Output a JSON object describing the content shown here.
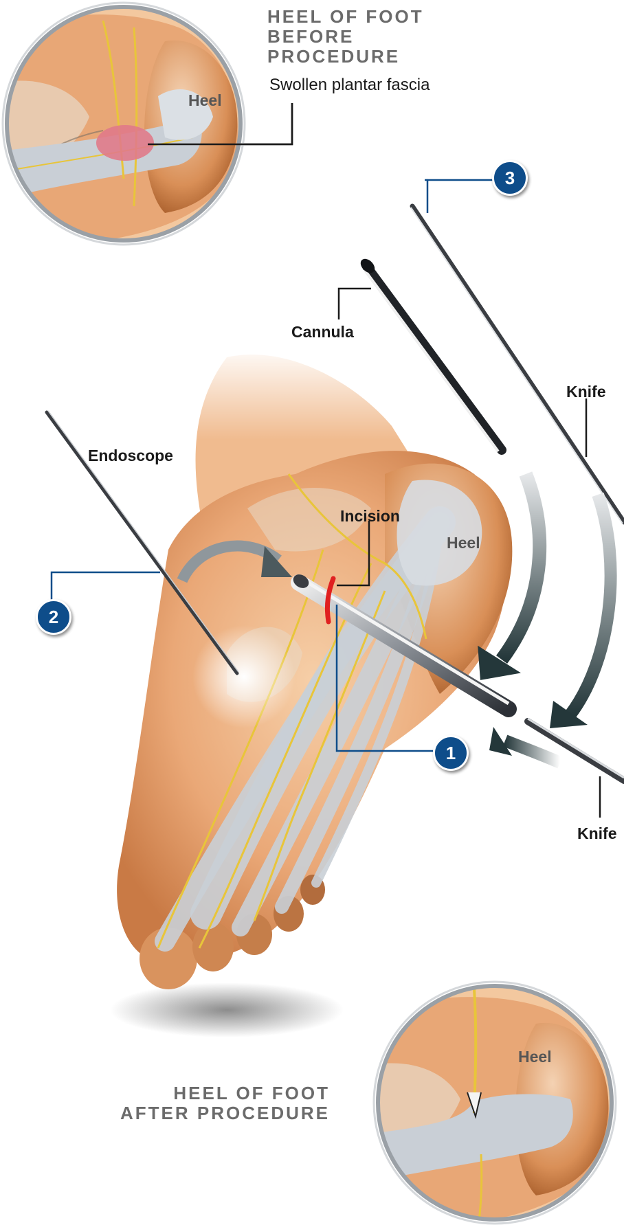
{
  "inset_before": {
    "title_line1": "HEEL OF FOOT",
    "title_line2": "BEFORE",
    "title_line3": "PROCEDURE",
    "callout": "Swollen plantar fascia",
    "heel_label": "Heel"
  },
  "inset_after": {
    "title_line1": "HEEL OF FOOT",
    "title_line2": "AFTER PROCEDURE",
    "heel_label": "Heel"
  },
  "main": {
    "cannula": "Cannula",
    "knife_top": "Knife",
    "knife_bottom": "Knife",
    "endoscope": "Endoscope",
    "incision": "Incision",
    "heel_label": "Heel"
  },
  "steps": [
    "1",
    "2",
    "3"
  ],
  "colors": {
    "badge": "#0e4d8a",
    "callout_line_blue": "#0e4d8a",
    "skin": "#e9a779",
    "tendon": "#c9cfd6",
    "nerve": "#e8c53a",
    "inflamed": "#e07a8a",
    "incision": "#e02020"
  }
}
